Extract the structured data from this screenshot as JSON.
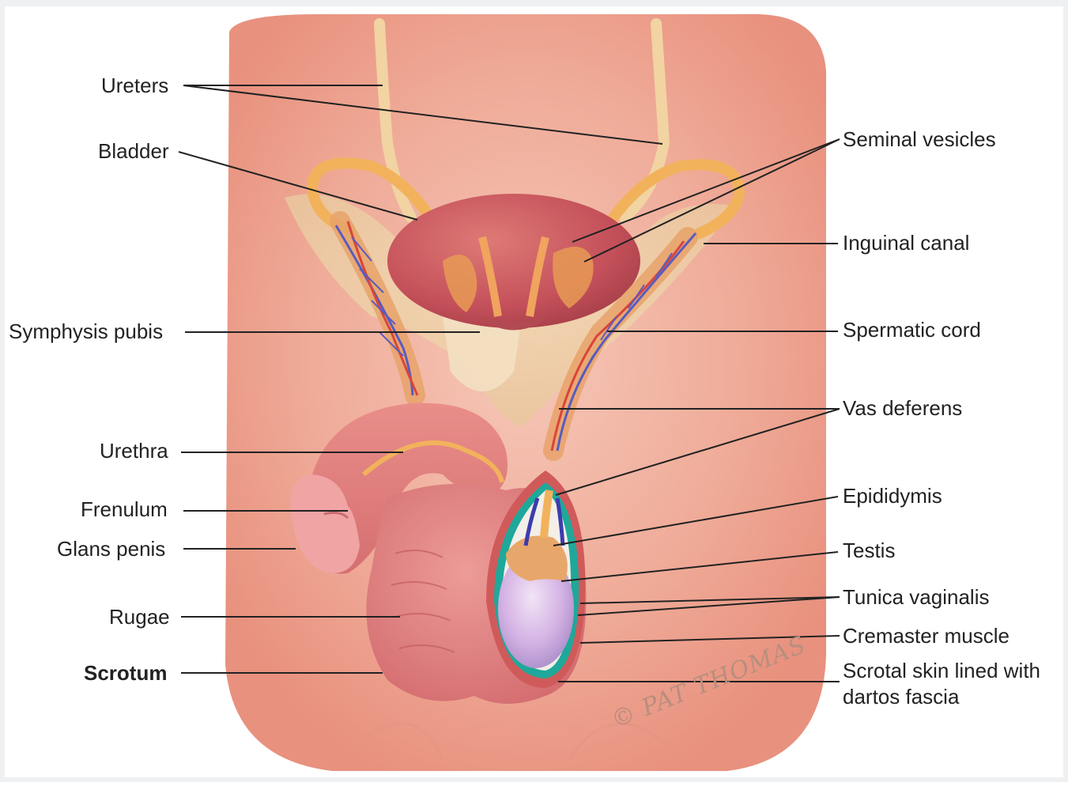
{
  "labels": {
    "ureters": "Ureters",
    "bladder": "Bladder",
    "symphysis_pubis": "Symphysis pubis",
    "urethra": "Urethra",
    "frenulum": "Frenulum",
    "glans_penis": "Glans penis",
    "rugae": "Rugae",
    "scrotum": "Scrotum",
    "seminal_vesicles": "Seminal vesicles",
    "inguinal_canal": "Inguinal canal",
    "spermatic_cord": "Spermatic cord",
    "vas_deferens": "Vas deferens",
    "epididymis": "Epididymis",
    "testis": "Testis",
    "tunica_vaginalis": "Tunica vaginalis",
    "cremaster_muscle": "Cremaster muscle",
    "scrotal_skin": "Scrotal skin lined with dartos fascia"
  },
  "signature": "© PAT THOMAS",
  "colors": {
    "background": "#ffffff",
    "skin": "#eda393",
    "skin_light": "#f4c0b0",
    "bladder": "#c8505a",
    "seminal_vesicle": "#e89a55",
    "vas_deferens": "#f2b25c",
    "ureter": "#f2d3a2",
    "vessel_blue": "#5a5bbf",
    "vessel_red": "#d9453a",
    "penis": "#e0807e",
    "glans": "#f0a4a4",
    "testis": "#cfa8e0",
    "tunica": "#1fa89a",
    "epididymis": "#e8a76a",
    "leader_line": "#222222"
  }
}
